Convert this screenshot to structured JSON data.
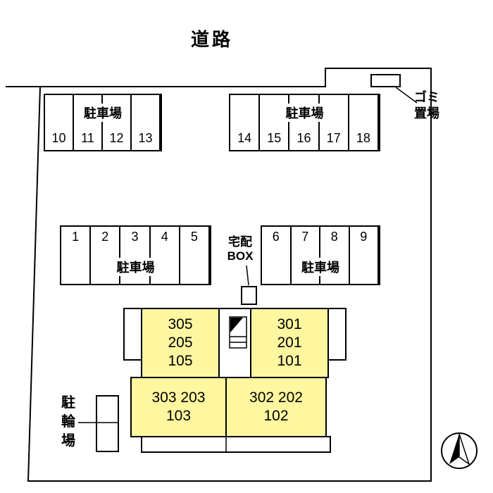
{
  "road": {
    "label": "道路"
  },
  "garbage": {
    "line1": "ゴミ",
    "line2": "置場"
  },
  "delivery": {
    "line1": "宅配",
    "line2": "BOX"
  },
  "bicycle": {
    "chars": [
      "駐",
      "輪",
      "場"
    ]
  },
  "parking": {
    "blocks": [
      {
        "label": "駐車場",
        "spaces": [
          "10",
          "11",
          "12",
          "13"
        ]
      },
      {
        "label": "駐車場",
        "spaces": [
          "14",
          "15",
          "16",
          "17",
          "18"
        ]
      },
      {
        "label": "駐車場",
        "spaces": [
          "1",
          "2",
          "3",
          "4",
          "5"
        ]
      },
      {
        "label": "駐車場",
        "spaces": [
          "6",
          "7",
          "8",
          "9"
        ]
      }
    ]
  },
  "building": {
    "rooms": [
      {
        "lines": [
          "305",
          "205",
          "105"
        ]
      },
      {
        "lines": [
          "301",
          "201",
          "101"
        ]
      },
      {
        "lines": [
          "303 203",
          "103"
        ]
      },
      {
        "lines": [
          "302 202",
          "102"
        ]
      }
    ]
  },
  "colors": {
    "room_fill": "#FFF6A0",
    "line": "#000000",
    "background": "#FFFFFF"
  }
}
